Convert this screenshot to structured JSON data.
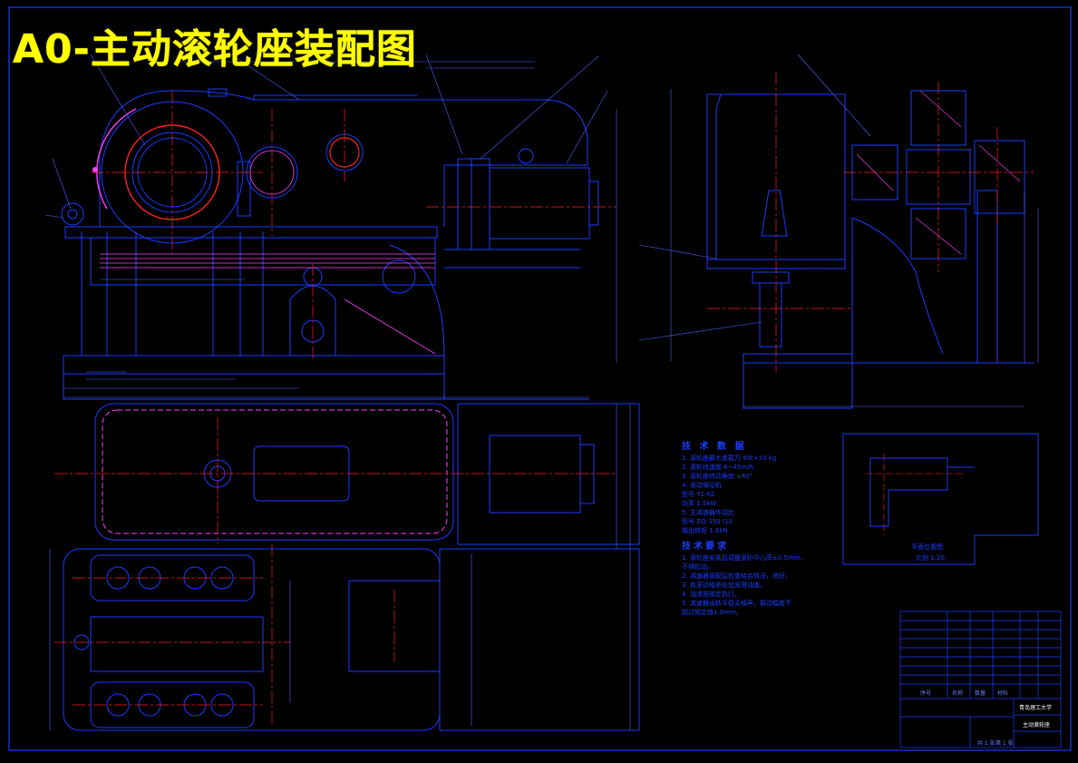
{
  "title": "A0-主动滚轮座装配图",
  "tech_data": {
    "heading": "技 术 数 据",
    "lines": [
      "1. 滚轮座最大承载力  45t×10 kg",
      "2. 滚轮线速度  6~45m/h",
      "3. 滚轮座转动角度  ±60°",
      "4. 驱动电动机",
      "   型号  Y1-62",
      "   功率  1.5kW",
      "5. 主减速器传动比",
      "   型号  ZQ-350 I10",
      "   输出转矩  1.8kN"
    ]
  },
  "tech_req": {
    "heading": "技术要求",
    "lines": [
      "1. 滚轮座安装后调整滚轮中心高±0.5mm，",
      "   不得松动。",
      "2. 减速器装配后检查啮合情况，良好。",
      "3. 各滚动轴承处加润滑油脂。",
      "4. 油漆按规定执行。",
      "5. 减速器运转平稳无噪声，振动幅度不",
      "   超过规定值1.0mm。"
    ]
  },
  "plan_view": {
    "label": "平面位置图",
    "scale": "比例 1:20"
  },
  "title_block": {
    "school": "青岛理工大学",
    "drawing_name": "主动滚轮座",
    "col_seq": "序号",
    "col_name": "名称",
    "col_qty": "数量",
    "col_mat": "材料",
    "sheet": "第 1 张",
    "total": "共 1 张"
  },
  "colors": {
    "line": "#1a3dff",
    "center": "#ff2020",
    "gear": "#ff40ff",
    "title": "#ffff00",
    "dim": "#5060ff",
    "white": "#ffffff"
  }
}
